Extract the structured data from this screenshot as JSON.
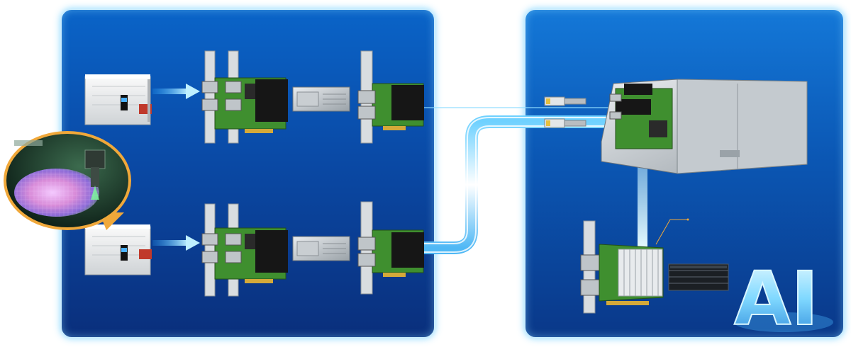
{
  "ai_badge": {
    "text": "AI"
  },
  "colors": {
    "panel_top": "#0a64c8",
    "panel_bottom": "#0a2f7c",
    "panel_border": "#c9ecff",
    "cable_glow": "#cdeeff",
    "pcb_green": "#3f8f2f",
    "heatsink": "#161616",
    "arrow": "#9ee3ff"
  },
  "icons": [
    "inspection-machine",
    "dual-nic-card",
    "industrial-pc",
    "single-nic-card",
    "optical-transceiver",
    "rack-server",
    "smartnic-card",
    "storage-array",
    "wafer-inspection-closeup"
  ]
}
